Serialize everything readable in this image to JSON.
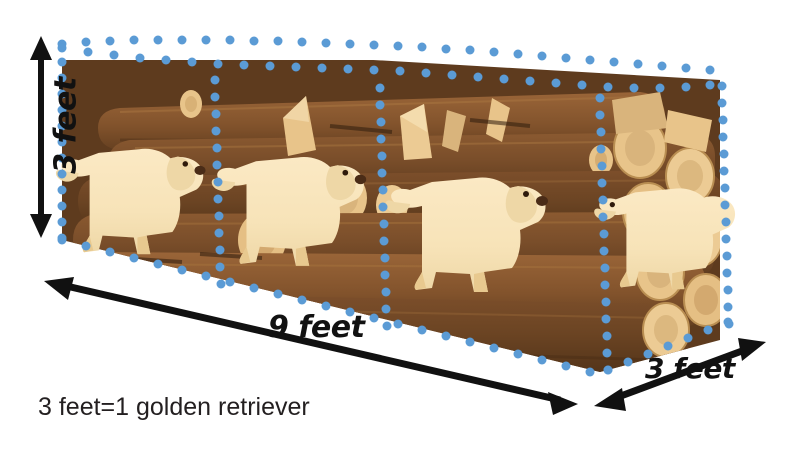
{
  "diagram": {
    "title": "Firewood stack volume diagram",
    "background_color": "#ffffff"
  },
  "labels": {
    "height": "3 feet",
    "width": "9 feet",
    "depth": "3 feet",
    "caption": "3 feet=1 golden retriever"
  },
  "colors": {
    "dot_blue": "#5b9bd5",
    "arrow_black": "#111111",
    "caption_gray": "#231f20",
    "bark_dark": "#6b4423",
    "bark_mid": "#7a4e2a",
    "bark_light": "#8b5a31",
    "cut_end": "#e8c48a",
    "cut_end_light": "#f0d5a5",
    "dog_body": "#f7e3b8",
    "dog_shade": "#e8c98f",
    "dog_nose": "#4a2c17"
  },
  "box": {
    "edge_style": "dotted",
    "dot_radius": 4.5,
    "faces": [
      "top",
      "front",
      "right"
    ],
    "dimensions": {
      "width_ft": 9,
      "height_ft": 3,
      "depth_ft": 3
    }
  },
  "icons": {
    "height_arrow": "double-arrow-vertical",
    "width_arrow": "double-arrow-diagonal",
    "depth_arrow": "double-arrow-diagonal"
  },
  "dogs": [
    {
      "name": "golden-retriever-1",
      "facing": "right"
    },
    {
      "name": "golden-retriever-2",
      "facing": "right"
    },
    {
      "name": "golden-retriever-3",
      "facing": "right"
    },
    {
      "name": "golden-retriever-4",
      "facing": "right"
    }
  ]
}
